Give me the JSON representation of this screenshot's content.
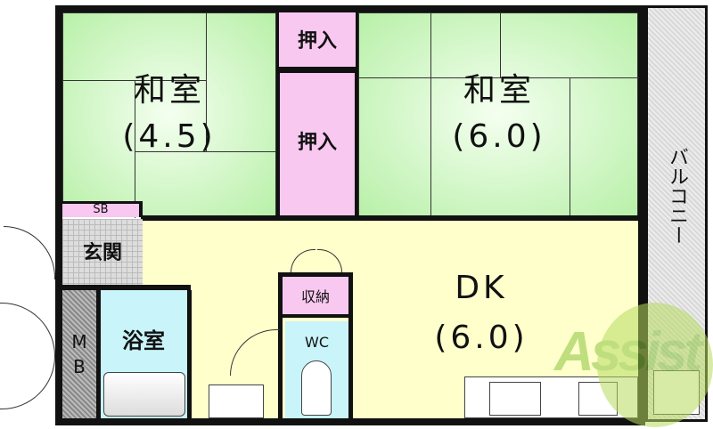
{
  "rooms": {
    "washitsu_small": {
      "name": "和室",
      "size": "(4.5)"
    },
    "oshiire_top": {
      "name": "押入"
    },
    "oshiire_mid": {
      "name": "押入"
    },
    "washitsu_large": {
      "name": "和室",
      "size": "(6.0)"
    },
    "balcony": {
      "name": "バルコニー"
    },
    "sb": {
      "name": "SB"
    },
    "genkan": {
      "name": "玄関"
    },
    "dk": {
      "name": "DK",
      "size": "(6.0)"
    },
    "shuno": {
      "name": "収納"
    },
    "mb": {
      "name": "M B"
    },
    "bath": {
      "name": "浴室"
    },
    "wc": {
      "name": "WC"
    }
  },
  "watermark": {
    "text": "Assist"
  },
  "colors": {
    "tatami": "#b8f0a8",
    "closet": "#f8c8f0",
    "wet_area": "#c8f4fa",
    "dk": "#ffffcc",
    "watermark": "#9acd32"
  }
}
